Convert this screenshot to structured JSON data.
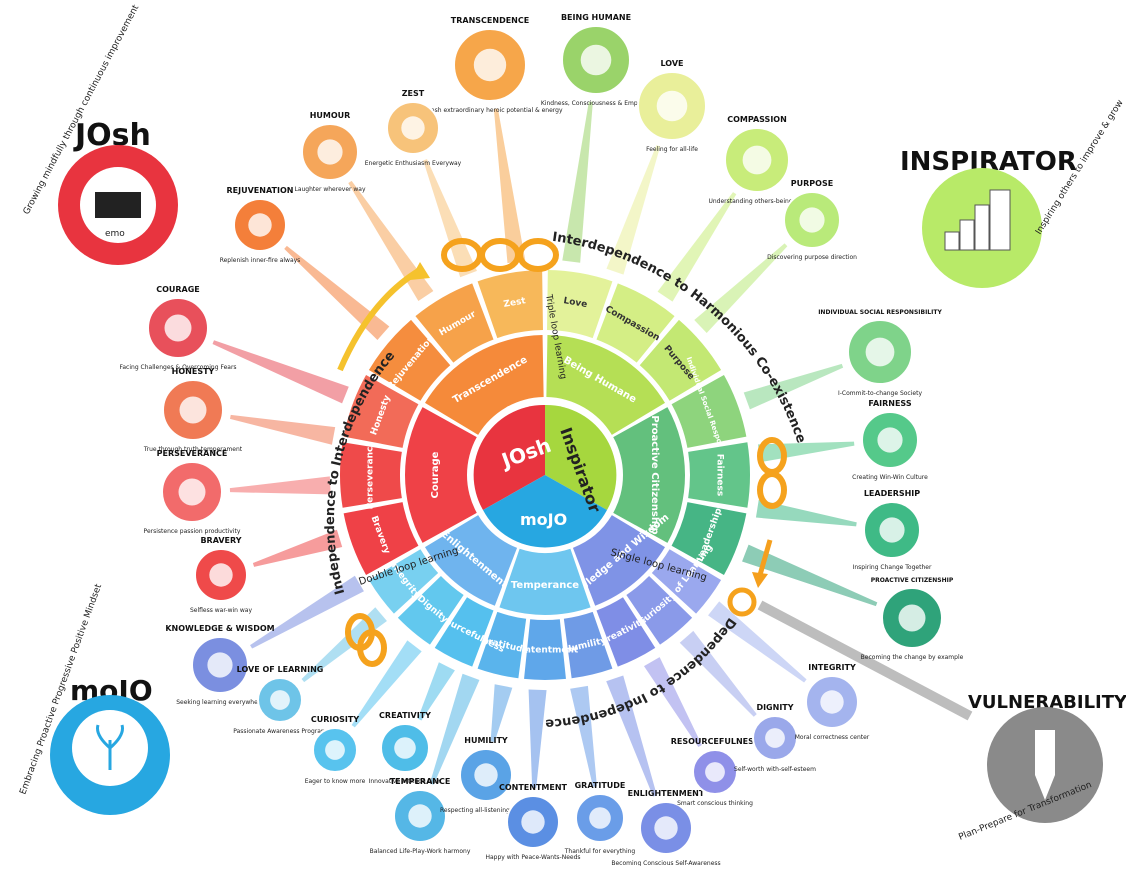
{
  "center": {
    "josh": "JOsh",
    "inspirator": "Inspirator",
    "mojo": "moJO",
    "vulnerability_link": "Vulnerability"
  },
  "loops": {
    "triple": "Triple loop learning",
    "double": "Double loop learning",
    "single": "Single loop learning"
  },
  "arcs": {
    "independence_to_interdependence": "Independence to Interdependence",
    "interdependence_to_harmonious": "Interdependence to Harmonious Co-existence",
    "dependence_to_independence": "Dependence to Independence"
  },
  "ring": {
    "josh_inner": [
      "Courage",
      "Transcendence"
    ],
    "josh_outer": [
      "Bravery",
      "Perseverance",
      "Honesty",
      "Rejuvenation",
      "Humour",
      "Zest"
    ],
    "inspirator_inner": [
      "Being Humane",
      "Proactive Citizenship"
    ],
    "inspirator_outer": [
      "Love",
      "Compassion",
      "Purpose",
      "Individual Social Responsibility",
      "Fairness",
      "Leadership"
    ],
    "mojo_inner": [
      "Knowledge and Wisdom",
      "Temperance",
      "Enlightenment"
    ],
    "mojo_outer": [
      "Love of Learning",
      "Curiosity",
      "Creativity",
      "Humility",
      "Contentment",
      "Gratitude",
      "Resourcefulness",
      "Dignity",
      "Integrity"
    ]
  },
  "corners": {
    "josh": {
      "title": "JOsh",
      "tagline": "Growing mindfully through continuous improvement",
      "badge": "emo"
    },
    "inspirator": {
      "title": "INSPIRATOR",
      "tagline": "Inspiring others to improve & grow"
    },
    "mojo": {
      "title": "moJO",
      "tagline": "Embracing Proactive Progressive Positive Mindset"
    },
    "vulnerability": {
      "title": "VULNERABILITY",
      "tagline": "Plan-Prepare for Transformation"
    }
  },
  "badges": [
    {
      "id": "transcendence",
      "title": "TRANSCENDENCE",
      "caption": "Unleash extraordinary heroic potential & energy",
      "color": "#f6a64a"
    },
    {
      "id": "being-humane",
      "title": "BEING HUMANE",
      "caption": "Kindness, Consciousness & Empathy",
      "color": "#9ad36a"
    },
    {
      "id": "love",
      "title": "LOVE",
      "caption": "Feeling for all-life",
      "color": "#e9ef9a"
    },
    {
      "id": "compassion",
      "title": "COMPASSION",
      "caption": "Understanding others-being you",
      "color": "#c8ec7a"
    },
    {
      "id": "purpose",
      "title": "PURPOSE",
      "caption": "Discovering purpose direction",
      "color": "#b9ea7a"
    },
    {
      "id": "zest",
      "title": "ZEST",
      "caption": "Energetic Enthusiasm Everyway",
      "color": "#f7c37a"
    },
    {
      "id": "humour",
      "title": "HUMOUR",
      "caption": "Laughter wherever way",
      "color": "#f5a65a"
    },
    {
      "id": "rejuvenation",
      "title": "REJUVENATION",
      "caption": "Replenish inner-fire always",
      "color": "#f47f3a"
    },
    {
      "id": "courage",
      "title": "COURAGE",
      "caption": "Facing Challenges & Overcoming Fears",
      "color": "#e8505b"
    },
    {
      "id": "honesty",
      "title": "HONESTY",
      "caption": "True through truth-temperament",
      "color": "#f07a55"
    },
    {
      "id": "perseverance",
      "title": "PERSEVERANCE",
      "caption": "Persistence passion productivity",
      "color": "#f26b6b"
    },
    {
      "id": "bravery",
      "title": "BRAVERY",
      "caption": "Selfless war-win way",
      "color": "#ef4a4a"
    },
    {
      "id": "individual-social-responsibility",
      "title": "INDIVIDUAL SOCIAL RESPONSIBILITY",
      "caption": "I-Commit-to-change Society",
      "color": "#7fd38a"
    },
    {
      "id": "fairness",
      "title": "FAIRNESS",
      "caption": "Creating Win-Win Culture",
      "color": "#55c98a"
    },
    {
      "id": "leadership",
      "title": "LEADERSHIP",
      "caption": "Inspiring Change Together",
      "color": "#3fba86"
    },
    {
      "id": "proactive-citizenship",
      "title": "PROACTIVE CITIZENSHIP",
      "caption": "Becoming the change by example",
      "color": "#2fa37a"
    },
    {
      "id": "knowledge-wisdom",
      "title": "KNOWLEDGE & WISDOM",
      "caption": "Seeking learning everywhere",
      "color": "#7b8fe0"
    },
    {
      "id": "love-of-learning",
      "title": "LOVE OF LEARNING",
      "caption": "Passionate Awareness Program",
      "color": "#6ec4e8"
    },
    {
      "id": "curiosity",
      "title": "CURIOSITY",
      "caption": "Eager to know more",
      "color": "#58c3ee"
    },
    {
      "id": "creativity",
      "title": "CREATIVITY",
      "caption": "Innovative attitude view",
      "color": "#4fbde8"
    },
    {
      "id": "temperance",
      "title": "TEMPERANCE",
      "caption": "Balanced Life-Play-Work harmony",
      "color": "#55b7e6"
    },
    {
      "id": "humility",
      "title": "HUMILITY",
      "caption": "Respecting all-listening deeply",
      "color": "#5aa3e6"
    },
    {
      "id": "contentment",
      "title": "CONTENTMENT",
      "caption": "Happy with Peace-Wants-Needs",
      "color": "#5b8fe3"
    },
    {
      "id": "gratitude",
      "title": "GRATITUDE",
      "caption": "Thankful for everything",
      "color": "#6a9de8"
    },
    {
      "id": "enlightenment",
      "title": "ENLIGHTENMENT",
      "caption": "Becoming Conscious Self-Awareness",
      "color": "#7a8fe6"
    },
    {
      "id": "resourcefulness",
      "title": "RESOURCEFULNESS",
      "caption": "Smart conscious thinking",
      "color": "#8f90e8"
    },
    {
      "id": "dignity",
      "title": "DIGNITY",
      "caption": "Self-worth with-self-esteem",
      "color": "#9aa8ea"
    },
    {
      "id": "integrity",
      "title": "INTEGRITY",
      "caption": "Moral correctness center",
      "color": "#a4b4ee"
    }
  ],
  "colors": {
    "red": "#e8343f",
    "orange": "#f6922a",
    "yellow_green": "#c6e66a",
    "green": "#41b47c",
    "blue": "#2aa7e0",
    "indigo": "#6b7fe0",
    "grey": "#9a9a9a",
    "infinity": "#f5a21d"
  }
}
